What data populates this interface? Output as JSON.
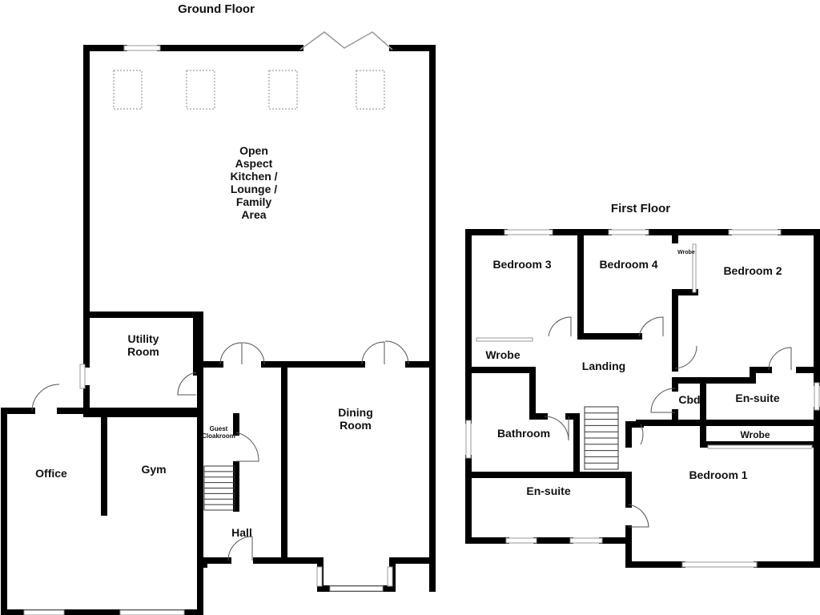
{
  "ground_floor": {
    "title": "Ground Floor",
    "rooms": {
      "open_aspect": "Open\nAspect\nKitchen /\nLounge /\nFamily\nArea",
      "utility": "Utility\nRoom",
      "dining": "Dining\nRoom",
      "guest_cloakroom": "Guest\nCloakroom",
      "office": "Office",
      "gym": "Gym",
      "hall": "Hall"
    }
  },
  "first_floor": {
    "title": "First Floor",
    "rooms": {
      "bedroom3": "Bedroom 3",
      "bedroom4": "Bedroom 4",
      "bedroom2": "Bedroom 2",
      "wrobe_b2": "Wrobe",
      "wrobe_b3": "Wrobe",
      "landing": "Landing",
      "cbd": "Cbd",
      "ensuite_b2": "En-suite",
      "bathroom": "Bathroom",
      "wrobe_b1": "Wrobe",
      "bedroom1": "Bedroom 1",
      "ensuite_b1": "En-suite"
    }
  },
  "colors": {
    "wall": "#000000",
    "window": "#999999",
    "skylight": "#888888"
  }
}
